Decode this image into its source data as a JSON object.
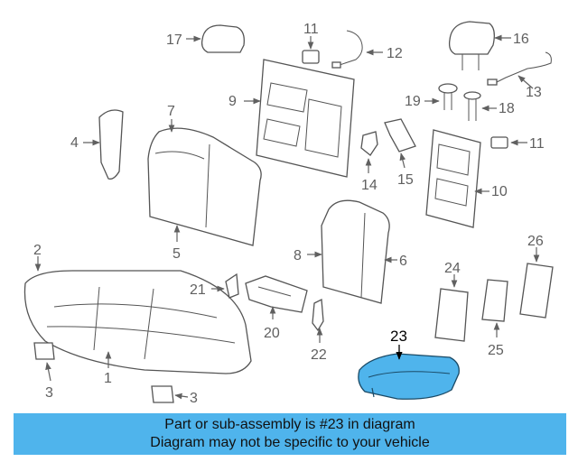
{
  "diagram": {
    "callouts": [
      "17",
      "11",
      "12",
      "16",
      "9",
      "7",
      "13",
      "19",
      "18",
      "4",
      "11",
      "14",
      "15",
      "10",
      "5",
      "2",
      "8",
      "6",
      "26",
      "24",
      "21",
      "20",
      "25",
      "22",
      "1",
      "3",
      "3"
    ],
    "highlight_callout": "23",
    "highlight_color": "#4fb4ec",
    "line_color": "#555555"
  },
  "banner": {
    "line1": "Part or sub-assembly is #23 in diagram",
    "line2": "Diagram may not be specific to your vehicle",
    "background": "#4fb4ec"
  }
}
